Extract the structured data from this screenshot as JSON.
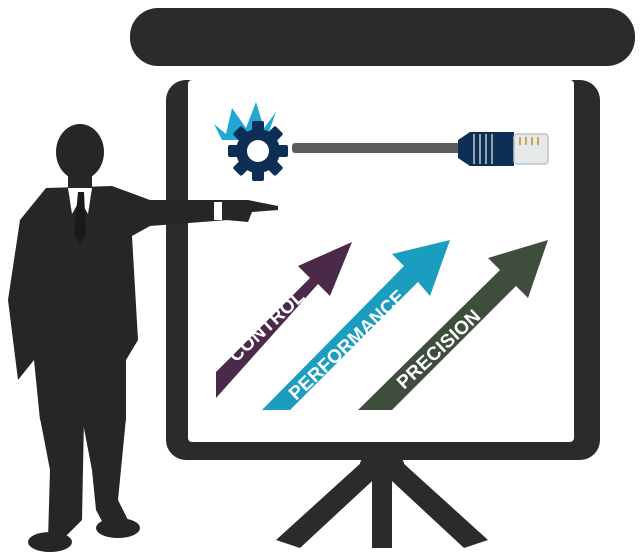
{
  "arrows": [
    {
      "label": "CONTROL",
      "color": "#4a2a48"
    },
    {
      "label": "PERFORMANCE",
      "color": "#1a9dbf"
    },
    {
      "label": "PRECISION",
      "color": "#3e4d3c"
    }
  ],
  "colors": {
    "board_frame": "#2b2b2b",
    "screen": "#ffffff",
    "silhouette": "#262626",
    "cable": "#5a5c5f",
    "connector_navy": "#0e2f55",
    "crown": "#22a7d4",
    "gear": "#0e2f55"
  },
  "icons": [
    "crown-icon",
    "gear-icon",
    "ethernet-connector-icon"
  ]
}
